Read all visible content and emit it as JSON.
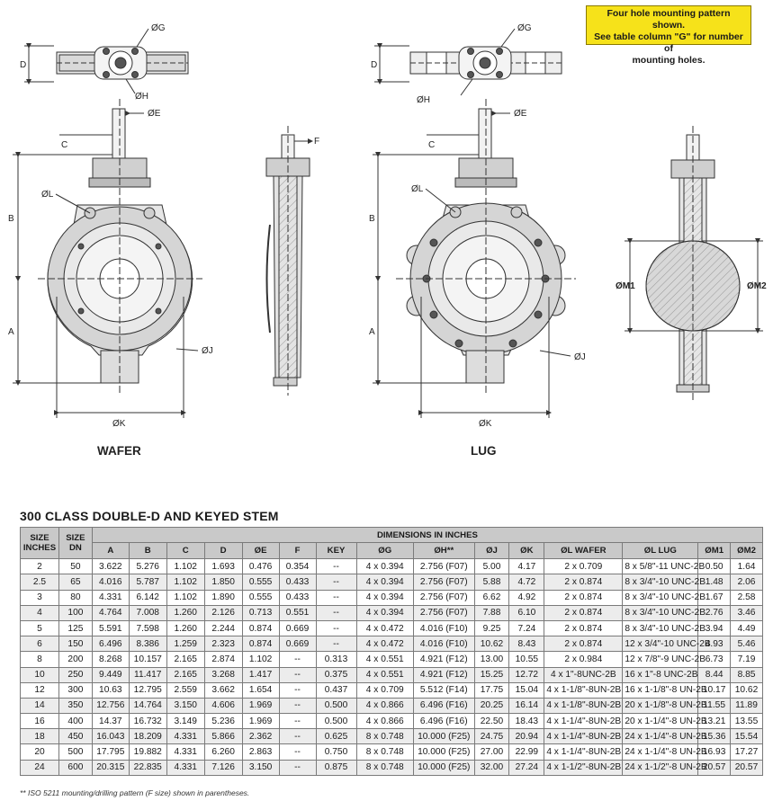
{
  "note": {
    "line1": "Four hole mounting pattern shown.",
    "line2": "See table column \"G\" for number of",
    "line3": "mounting holes."
  },
  "drawing_labels": {
    "wafer": "WAFER",
    "lug": "LUG",
    "d": "D",
    "g": "ØG",
    "h": "ØH",
    "e": "ØE",
    "c": "C",
    "f": "F",
    "l": "ØL",
    "b": "B",
    "a": "A",
    "j": "ØJ",
    "k": "ØK",
    "m1": "ØM1",
    "m2": "ØM2"
  },
  "table": {
    "title": "300 CLASS DOUBLE-D AND KEYED STEM",
    "size_inches_header": "SIZE INCHES",
    "size_dn_header": "SIZE DN",
    "group_header": "DIMENSIONS IN INCHES",
    "columns": [
      "A",
      "B",
      "C",
      "D",
      "ØE",
      "F",
      "KEY",
      "ØG",
      "ØH**",
      "ØJ",
      "ØK",
      "ØL WAFER",
      "ØL LUG",
      "ØM1",
      "ØM2"
    ],
    "rows": [
      [
        "2",
        "50",
        "3.622",
        "5.276",
        "1.102",
        "1.693",
        "0.476",
        "0.354",
        "--",
        "4 x 0.394",
        "2.756 (F07)",
        "5.00",
        "4.17",
        "2 x 0.709",
        "8 x 5/8\"-11 UNC-2B",
        "0.50",
        "1.64"
      ],
      [
        "2.5",
        "65",
        "4.016",
        "5.787",
        "1.102",
        "1.850",
        "0.555",
        "0.433",
        "--",
        "4 x 0.394",
        "2.756 (F07)",
        "5.88",
        "4.72",
        "2 x 0.874",
        "8 x 3/4\"-10 UNC-2B",
        "1.48",
        "2.06"
      ],
      [
        "3",
        "80",
        "4.331",
        "6.142",
        "1.102",
        "1.890",
        "0.555",
        "0.433",
        "--",
        "4 x 0.394",
        "2.756 (F07)",
        "6.62",
        "4.92",
        "2 x 0.874",
        "8 x 3/4\"-10 UNC-2B",
        "1.67",
        "2.58"
      ],
      [
        "4",
        "100",
        "4.764",
        "7.008",
        "1.260",
        "2.126",
        "0.713",
        "0.551",
        "--",
        "4 x 0.394",
        "2.756 (F07)",
        "7.88",
        "6.10",
        "2 x 0.874",
        "8 x 3/4\"-10 UNC-2B",
        "2.76",
        "3.46"
      ],
      [
        "5",
        "125",
        "5.591",
        "7.598",
        "1.260",
        "2.244",
        "0.874",
        "0.669",
        "--",
        "4 x 0.472",
        "4.016 (F10)",
        "9.25",
        "7.24",
        "2 x 0.874",
        "8 x 3/4\"-10 UNC-2B",
        "3.94",
        "4.49"
      ],
      [
        "6",
        "150",
        "6.496",
        "8.386",
        "1.259",
        "2.323",
        "0.874",
        "0.669",
        "--",
        "4 x 0.472",
        "4.016 (F10)",
        "10.62",
        "8.43",
        "2 x 0.874",
        "12 x 3/4\"-10 UNC-2B",
        "4.93",
        "5.46"
      ],
      [
        "8",
        "200",
        "8.268",
        "10.157",
        "2.165",
        "2.874",
        "1.102",
        "--",
        "0.313",
        "4 x 0.551",
        "4.921 (F12)",
        "13.00",
        "10.55",
        "2 x 0.984",
        "12 x 7/8\"-9 UNC-2B",
        "6.73",
        "7.19"
      ],
      [
        "10",
        "250",
        "9.449",
        "11.417",
        "2.165",
        "3.268",
        "1.417",
        "--",
        "0.375",
        "4 x 0.551",
        "4.921 (F12)",
        "15.25",
        "12.72",
        "4 x 1\"-8UNC-2B",
        "16 x 1\"-8 UNC-2B",
        "8.44",
        "8.85"
      ],
      [
        "12",
        "300",
        "10.63",
        "12.795",
        "2.559",
        "3.662",
        "1.654",
        "--",
        "0.437",
        "4 x 0.709",
        "5.512 (F14)",
        "17.75",
        "15.04",
        "4 x 1-1/8\"-8UN-2B",
        "16 x 1-1/8\"-8 UN-2B",
        "10.17",
        "10.62"
      ],
      [
        "14",
        "350",
        "12.756",
        "14.764",
        "3.150",
        "4.606",
        "1.969",
        "--",
        "0.500",
        "4 x 0.866",
        "6.496 (F16)",
        "20.25",
        "16.14",
        "4 x 1-1/8\"-8UN-2B",
        "20 x 1-1/8\"-8 UN-2B",
        "11.55",
        "11.89"
      ],
      [
        "16",
        "400",
        "14.37",
        "16.732",
        "3.149",
        "5.236",
        "1.969",
        "--",
        "0.500",
        "4 x 0.866",
        "6.496 (F16)",
        "22.50",
        "18.43",
        "4 x 1-1/4\"-8UN-2B",
        "20 x 1-1/4\"-8 UN-2B",
        "13.21",
        "13.55"
      ],
      [
        "18",
        "450",
        "16.043",
        "18.209",
        "4.331",
        "5.866",
        "2.362",
        "--",
        "0.625",
        "8 x 0.748",
        "10.000 (F25)",
        "24.75",
        "20.94",
        "4 x 1-1/4\"-8UN-2B",
        "24 x 1-1/4\"-8 UN-2B",
        "15.36",
        "15.54"
      ],
      [
        "20",
        "500",
        "17.795",
        "19.882",
        "4.331",
        "6.260",
        "2.863",
        "--",
        "0.750",
        "8 x 0.748",
        "10.000 (F25)",
        "27.00",
        "22.99",
        "4 x 1-1/4\"-8UN-2B",
        "24 x 1-1/4\"-8 UN-2B",
        "16.93",
        "17.27"
      ],
      [
        "24",
        "600",
        "20.315",
        "22.835",
        "4.331",
        "7.126",
        "3.150",
        "--",
        "0.875",
        "8 x 0.748",
        "10.000 (F25)",
        "32.00",
        "27.24",
        "4 x 1-1/2\"-8UN-2B",
        "24 x 1-1/2\"-8 UN-2B",
        "20.57",
        "20.57"
      ]
    ]
  },
  "footnote": "** ISO 5211 mounting/drilling pattern (F size) shown in parentheses."
}
